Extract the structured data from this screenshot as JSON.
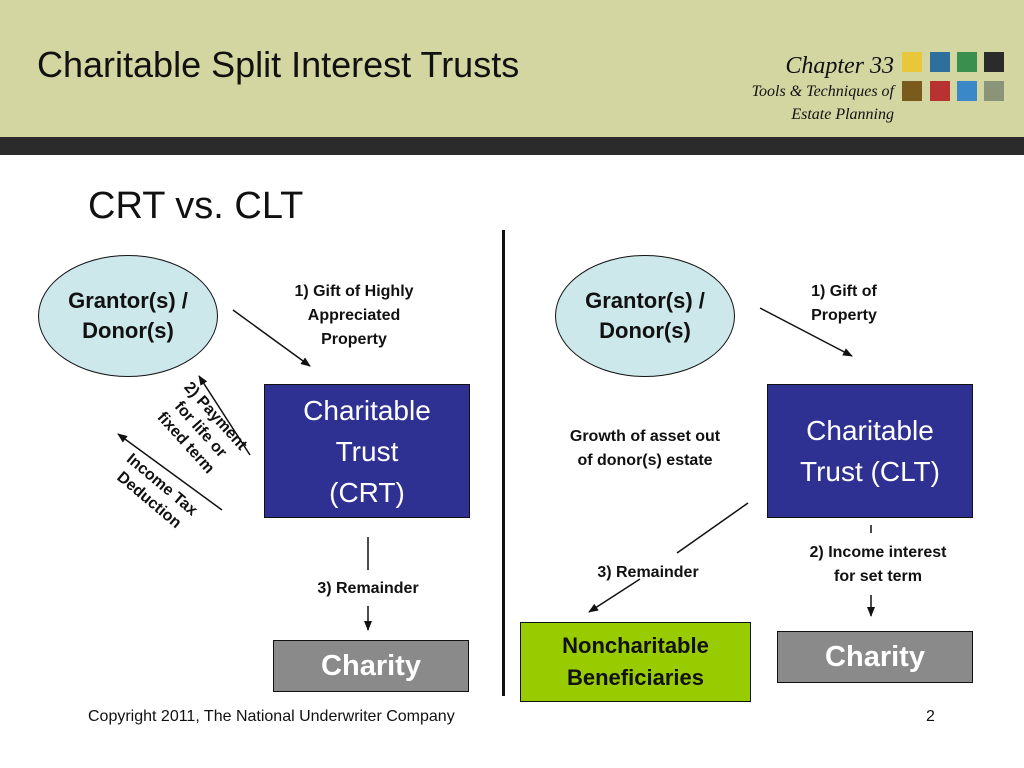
{
  "header": {
    "title": "Charitable Split Interest Trusts",
    "chapter": "Chapter 33",
    "book_line1": "Tools & Techniques of",
    "book_line2": "Estate Planning",
    "swatch_colors": [
      "#e8c73a",
      "#2e6f9e",
      "#3a8f4f",
      "#2b2b2b",
      "#7b5a1e",
      "#b83232",
      "#3a88c8",
      "#8a9478"
    ]
  },
  "subtitle": "CRT vs. CLT",
  "crt": {
    "grantor_line1": "Grantor(s) /",
    "grantor_line2": "Donor(s)",
    "gift_line1": "1) Gift of Highly",
    "gift_line2": "Appreciated",
    "gift_line3": "Property",
    "trust_line1": "Charitable",
    "trust_line2": "Trust",
    "trust_line3": "(CRT)",
    "payment_line1": "2) Payment",
    "payment_line2": "for life or",
    "payment_line3": "fixed term",
    "deduction_line1": "Income Tax",
    "deduction_line2": "Deduction",
    "remainder": "3) Remainder",
    "charity": "Charity"
  },
  "clt": {
    "grantor_line1": "Grantor(s) /",
    "grantor_line2": "Donor(s)",
    "gift_line1": "1) Gift of",
    "gift_line2": "Property",
    "trust_line1": "Charitable",
    "trust_line2": "Trust (CLT)",
    "growth_line1": "Growth of asset out",
    "growth_line2": "of donor(s) estate",
    "income_line1": "2) Income interest",
    "income_line2": "for set term",
    "remainder": "3) Remainder",
    "noncharitable_line1": "Noncharitable",
    "noncharitable_line2": "Beneficiaries",
    "charity": "Charity"
  },
  "footer": {
    "copyright": "Copyright 2011, The National Underwriter Company",
    "page_number": "2"
  }
}
